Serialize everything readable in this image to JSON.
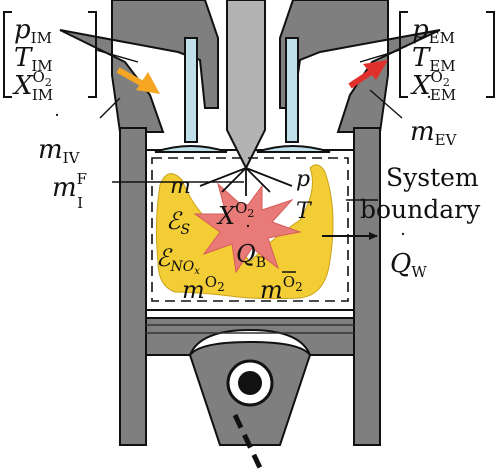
{
  "intake_vector": {
    "p": {
      "base": "p",
      "sub": "IM"
    },
    "T": {
      "base": "T",
      "sub": "IM"
    },
    "X": {
      "base": "X",
      "sup": "O",
      "sup_sub": "2",
      "sub": "IM"
    }
  },
  "exhaust_vector": {
    "p": {
      "base": "p",
      "sub": "EM"
    },
    "T": {
      "base": "T",
      "sub": "EM"
    },
    "X": {
      "base": "X",
      "sup": "O",
      "sup_sub": "2",
      "sub": "EM"
    }
  },
  "intake_valve_flow": {
    "base": "m",
    "sub": "IV"
  },
  "exhaust_valve_flow": {
    "base": "m",
    "sub": "EV"
  },
  "injection_flow": {
    "base": "m",
    "sup": "F",
    "sub": "I"
  },
  "cylinder_states": {
    "m": "m",
    "p": "p",
    "T": "T",
    "X": {
      "base": "X",
      "sup": "O",
      "sup_sub": "2"
    }
  },
  "energy_terms": {
    "es": {
      "base": "ℰ",
      "sub": "S"
    },
    "enox": {
      "base": "ℰ",
      "sub": "NO",
      "sub_sub": "x"
    },
    "qb": {
      "base": "Q",
      "sub": "B"
    }
  },
  "masses": {
    "m_o2": {
      "base": "m",
      "sup": "O",
      "sup_sub": "2"
    },
    "m_bar_o2": {
      "base": "m",
      "sup": "O",
      "sup_sub": "2"
    }
  },
  "system_boundary": {
    "line1": "System",
    "line2": "boundary"
  },
  "wall_heat": {
    "base": "Q",
    "sub": "W"
  },
  "colors": {
    "metal": "#7f7f7f",
    "valve": "#bfe0e8",
    "flame": "#e87a78",
    "fuel": "#f2cd35",
    "intake_arrow": "#f5a623",
    "exhaust_arrow": "#e0302b"
  }
}
